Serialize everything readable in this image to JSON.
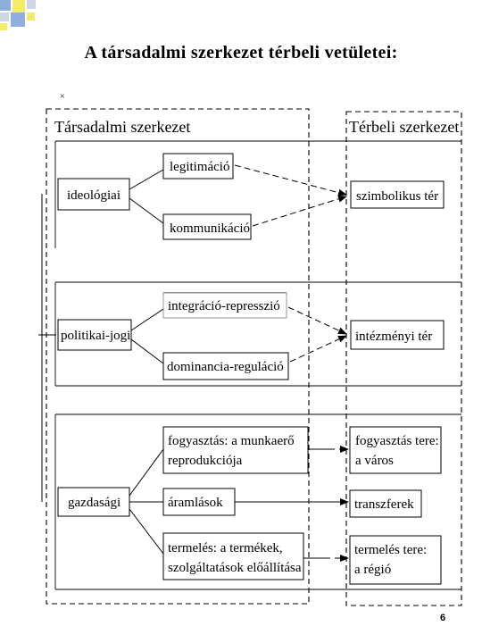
{
  "title": "A társadalmi szerkezet térbeli vetületei:",
  "mark": "×",
  "page_number": "6",
  "diagram": {
    "left_header": "Társadalmi szerkezet",
    "right_header": "Térbeli szerkezet",
    "groups": {
      "ideological": {
        "label": "ideológiai",
        "branches": [
          "legitimáció",
          "kommunikáció"
        ],
        "target": "szimbolikus tér"
      },
      "political": {
        "label": "politikai-jogi",
        "branches": [
          "integráció-represszió",
          "dominancia-reguláció"
        ],
        "target": "intézményi tér"
      },
      "economic": {
        "label": "gazdasági",
        "branches": [
          [
            "fogyasztás: a munkaerő",
            "reprodukciója"
          ],
          [
            "áramlások"
          ],
          [
            "termelés: a termékek,",
            "szolgáltatások előállítása"
          ]
        ],
        "targets": [
          [
            "fogyasztás tere:",
            "a város"
          ],
          [
            "transzferek"
          ],
          [
            "termelés tere:",
            "a régió"
          ]
        ]
      }
    }
  },
  "colors": {
    "deco_blue": "#8faede",
    "deco_yellow": "#f2ec6a",
    "deco_grey": "#cfd6e3"
  }
}
